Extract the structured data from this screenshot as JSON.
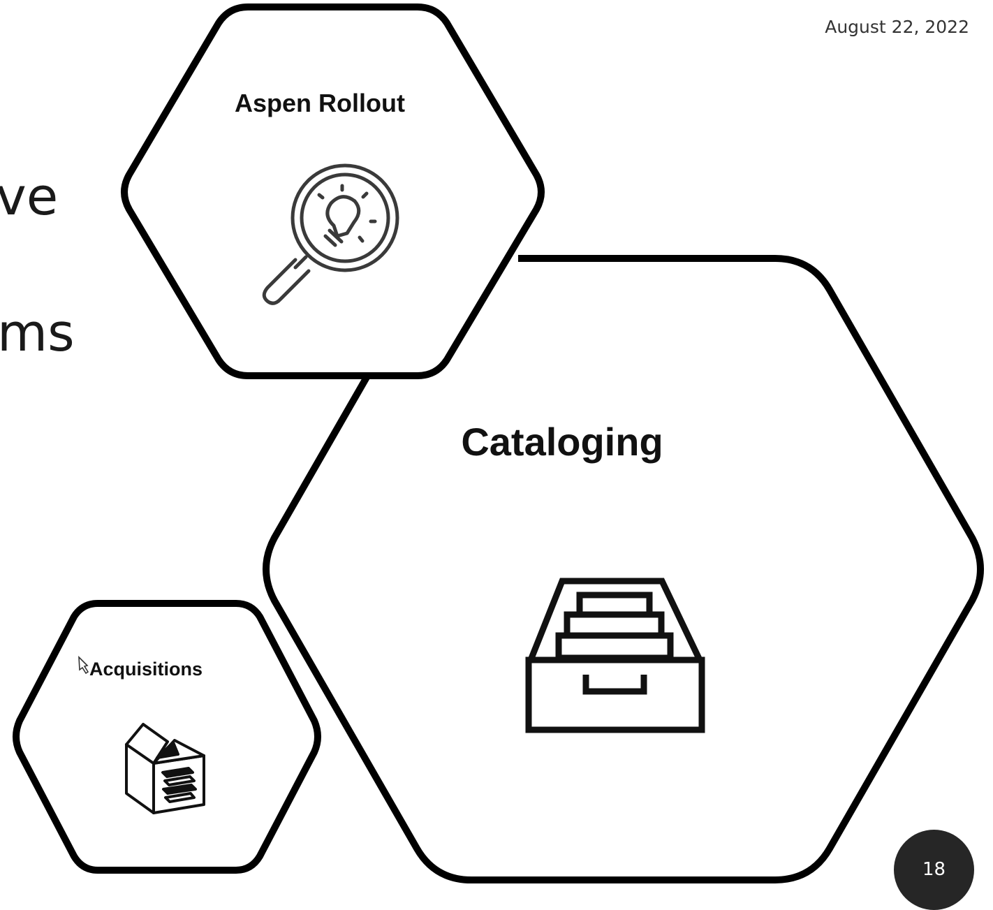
{
  "slide": {
    "date": "August 22, 2022",
    "page_number": "18",
    "left_text_fragments": [
      "ve",
      "ms"
    ]
  },
  "hexagons": {
    "aspen": {
      "title": "Aspen Rollout",
      "icon": "magnifier-lightbulb-icon"
    },
    "cataloging": {
      "title": "Cataloging",
      "icon": "card-catalog-drawer-icon"
    },
    "acquisitions": {
      "title": "Acquisitions",
      "icon": "box-of-books-icon"
    }
  },
  "cursor": {
    "icon": "mouse-pointer-icon"
  }
}
